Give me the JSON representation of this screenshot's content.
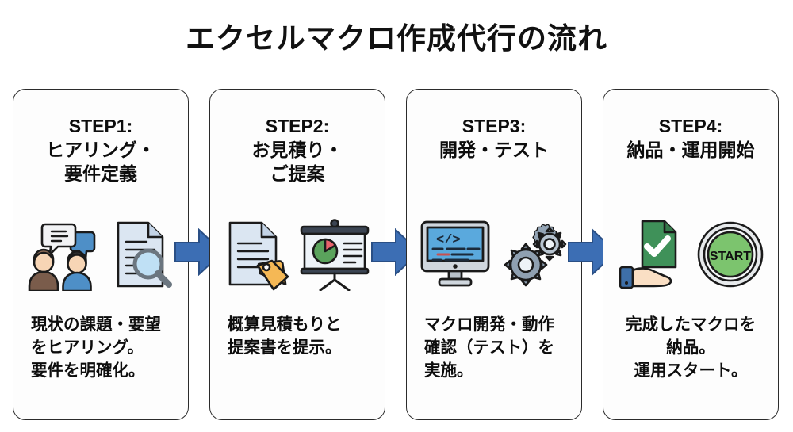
{
  "title": "エクセルマクロ作成代行の流れ",
  "colors": {
    "arrow_fill": "#3c6eb4",
    "arrow_stroke": "#2a4f85",
    "card_border": "#2b2b2b",
    "text": "#0d0d0d",
    "doc_blue": "#dbe6f2",
    "tag_orange": "#f5b855",
    "pie_green": "#5aa35c",
    "pie_red": "#e8636b",
    "screen_blue": "#5aa9dd",
    "gear_gray": "#93a4b5",
    "check_green": "#3f9159",
    "start_green": "#7cc46e",
    "skin": "#f7d5b5",
    "shirt_brown": "#7a5c4b",
    "shirt_blue": "#4e8fc7"
  },
  "steps": [
    {
      "head": "STEP1:\nヒアリング・\n要件定義",
      "body": "現状の課題・要望\nをヒアリング。\n要件を明確化。",
      "body_align": "left",
      "icons": [
        "people-chat-icon",
        "document-magnifier-icon"
      ]
    },
    {
      "head": "STEP2:\nお見積り・\nご提案",
      "body": "概算見積もりと\n提案書を提示。",
      "body_align": "left",
      "icons": [
        "document-tag-icon",
        "presentation-pie-chart-icon"
      ]
    },
    {
      "head": "STEP3:\n開発・テスト",
      "body": "マクロ開発・動作\n確認（テスト）を\n実施。",
      "body_align": "left",
      "icons": [
        "monitor-code-icon",
        "gears-icon"
      ]
    },
    {
      "head": "STEP4:\n納品・運用開始",
      "body": "完成したマクロを\n納品。\n運用スタート。",
      "body_align": "center",
      "icons": [
        "hand-delivery-check-icon",
        "start-button-icon"
      ]
    }
  ],
  "arrows": [
    {
      "name": "arrow-step1-to-step2",
      "glyph": "→"
    },
    {
      "name": "arrow-step2-to-step3",
      "glyph": "→"
    },
    {
      "name": "arrow-step3-to-step4",
      "glyph": "→"
    }
  ]
}
